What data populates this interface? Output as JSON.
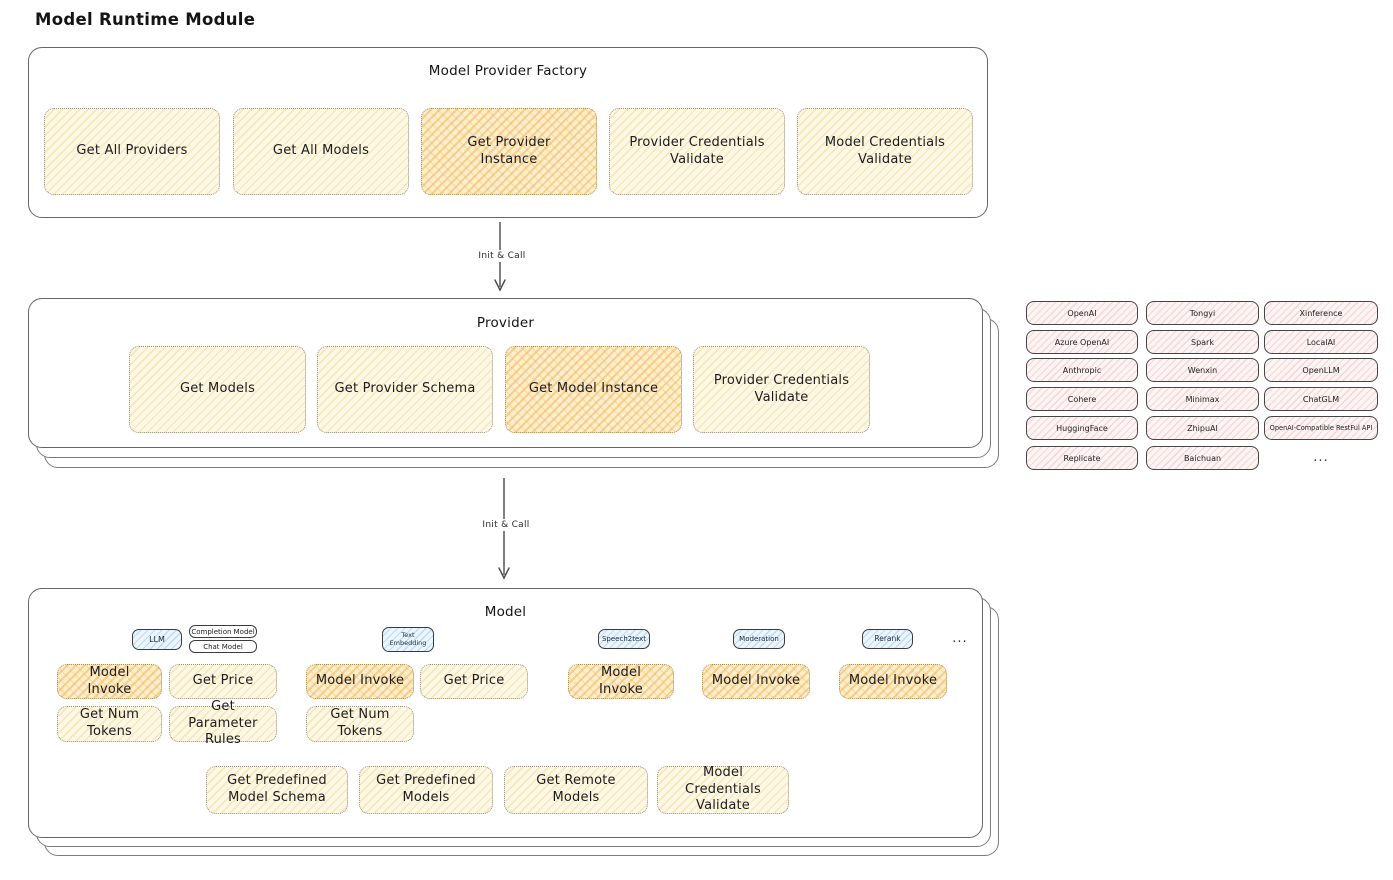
{
  "title": "Model Runtime Module",
  "colors": {
    "yellow_fill": "#fdf8e6",
    "yellow_hatch": "#eed687",
    "orange_fill": "#fcefd0",
    "orange_hatch": "#f3a530",
    "pink_fill": "#fdf4f4",
    "pink_hatch": "#e99898",
    "blue_fill": "#ebf5fd",
    "blue_hatch": "#79b0e2",
    "container_border": "#676767",
    "node_border": "#979084"
  },
  "factory": {
    "title": "Model Provider Factory",
    "items": [
      "Get All Providers",
      "Get All Models",
      "Get Provider Instance",
      "Provider Credentials Validate",
      "Model Credentials Validate"
    ]
  },
  "arrow1": {
    "label": "Init & Call"
  },
  "arrow2": {
    "label": "Init & Call"
  },
  "provider": {
    "title": "Provider",
    "items": [
      "Get Models",
      "Get Provider Schema",
      "Get Model Instance",
      "Provider Credentials Validate"
    ]
  },
  "providers": {
    "cells": [
      "OpenAI",
      "Tongyi",
      "Xinference",
      "Azure OpenAI",
      "Spark",
      "LocalAI",
      "Anthropic",
      "Wenxin",
      "OpenLLM",
      "Cohere",
      "Minimax",
      "ChatGLM",
      "HuggingFace",
      "ZhipuAI",
      "OpenAI-Compatible RestFul API",
      "Replicate",
      "Baichuan"
    ],
    "more": "..."
  },
  "model": {
    "title": "Model",
    "types": [
      "LLM",
      "Completion Model",
      "Chat Model",
      "Text Embedding",
      "Speech2text",
      "Moderation",
      "Rerank"
    ],
    "types_more": "...",
    "actions": {
      "model_invoke": "Model Invoke",
      "get_price": "Get Price",
      "get_num_tokens": "Get Num Tokens",
      "get_parameter_rules": "Get Parameter Rules",
      "get_predefined_model_schema": "Get Predefined Model Schema",
      "get_predefined_models": "Get Predefined Models",
      "get_remote_models": "Get Remote Models",
      "model_credentials_validate": "Model Credentials Validate"
    }
  }
}
